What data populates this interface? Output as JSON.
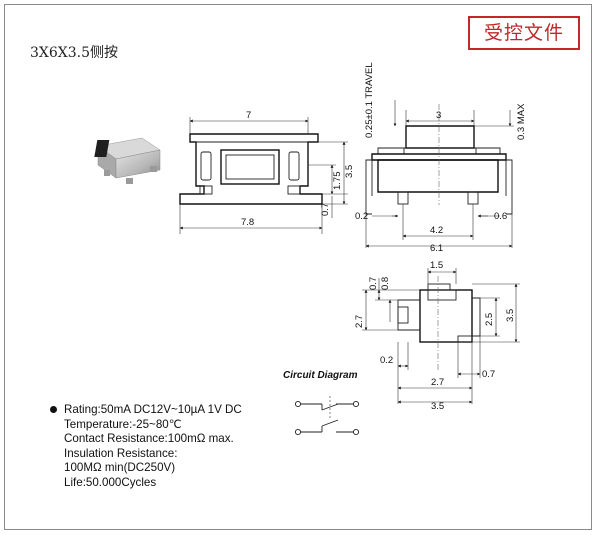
{
  "title": "3X6X3.5侧按",
  "stamp": "受控文件",
  "front_view": {
    "width_top": "7",
    "height": "3.5",
    "slot_h": "1.75",
    "foot_h": "0.7",
    "width_bottom": "7.8"
  },
  "side_view": {
    "travel": "0.25±0.1 TRAVEL",
    "actuator_w": "3",
    "max": "0.3 MAX",
    "left_off": "0.2",
    "right_off": "0.6",
    "pin_span": "4.2",
    "total_w": "6.1"
  },
  "bottom_view": {
    "w_top": "1.5",
    "d07": "0.7",
    "d08": "0.8",
    "h27": "2.7",
    "h25": "2.5",
    "h35": "3.5",
    "d02": "0.2",
    "d07b": "0.7",
    "w27": "2.7",
    "w35": "3.5"
  },
  "circuit_label": "Circuit Diagram",
  "specs": [
    "Rating:50mA   DC12V~10µA 1V DC",
    "Temperature:-25~80℃",
    "Contact Resistance:100mΩ  max.",
    "Insulation Resistance:",
    "100MΩ  min(DC250V)",
    "Life:50.000Cycles"
  ],
  "colors": {
    "stamp": "#c0282c",
    "line": "#222222",
    "part_body": "#b8b8b8"
  }
}
